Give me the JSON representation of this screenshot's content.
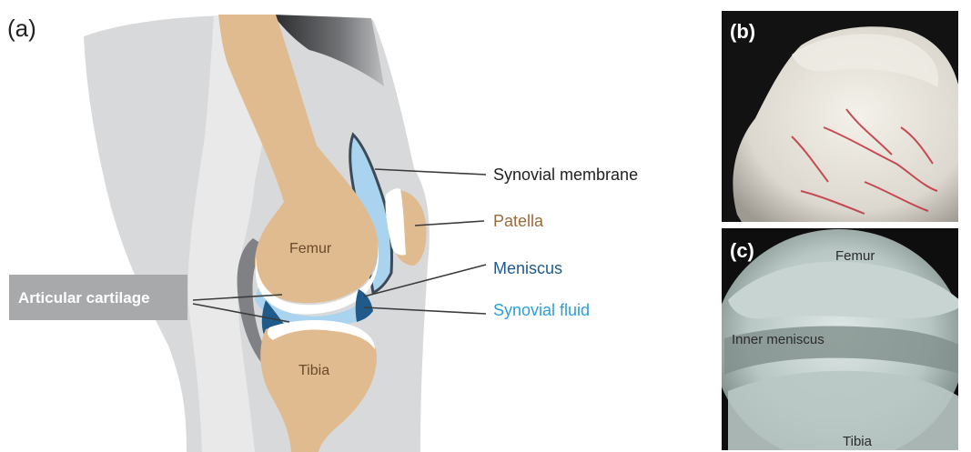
{
  "panels": {
    "a": "(a)",
    "b": "(b)",
    "c": "(c)"
  },
  "labels": {
    "synovial_membrane": "Synovial membrane",
    "patella": "Patella",
    "meniscus": "Meniscus",
    "synovial_fluid": "Synovial fluid",
    "articular_cartilage": "Articular cartilage",
    "femur": "Femur",
    "tibia": "Tibia"
  },
  "photo_c_labels": {
    "femur": "Femur",
    "inner_meniscus": "Inner meniscus",
    "tibia": "Tibia"
  },
  "colors": {
    "bone": "#e0bb8f",
    "cartilage": "#ffffff",
    "synovial_fluid": "#a9d3ee",
    "meniscus": "#1f5a8a",
    "soft_tissue": "#d8d9db",
    "label_black": "#222222",
    "label_patella": "#9a6a3a",
    "label_meniscus": "#1f5a8a",
    "label_fluid": "#2aa0dc",
    "cartilage_box": "#a8a9ab"
  }
}
